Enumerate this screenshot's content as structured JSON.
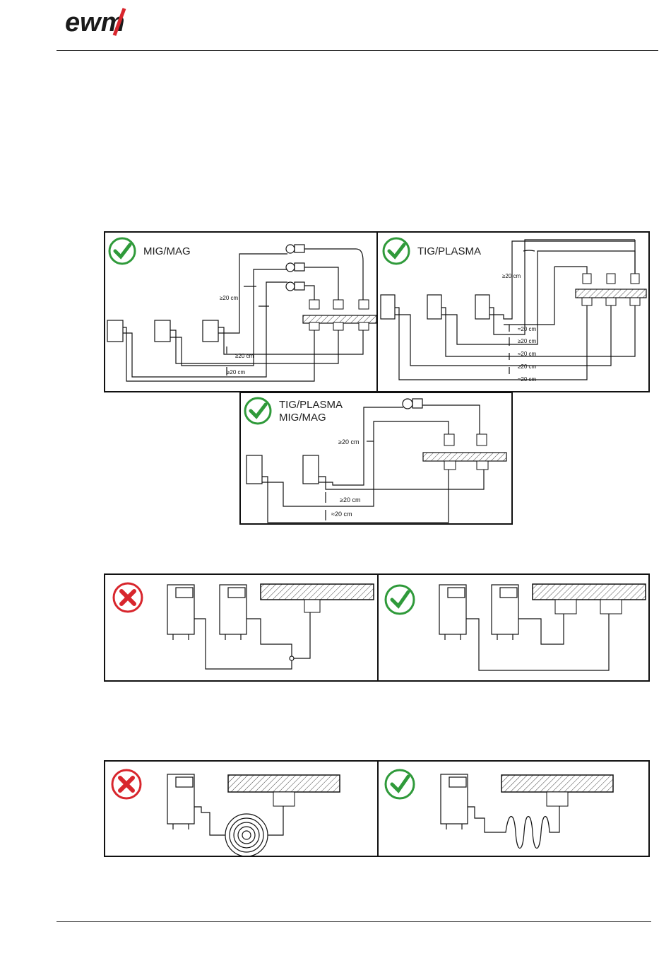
{
  "logo": {
    "text": "ewm"
  },
  "panels": {
    "mig_mag": {
      "label": "MIG/MAG",
      "status": "ok",
      "dims": [
        "≥20 cm",
        "≥20 cm",
        "≥20 cm"
      ]
    },
    "tig_plasma": {
      "label": "TIG/PLASMA",
      "status": "ok",
      "dims": [
        "≥20 cm",
        "≈20 cm",
        "≥20 cm",
        "≈20 cm",
        "≥20 cm",
        "≈20 cm"
      ]
    },
    "combo": {
      "label_line1": "TIG/PLASMA",
      "label_line2": "MIG/MAG",
      "status": "ok",
      "dims": [
        "≥20 cm",
        "≥20 cm",
        "≈20 cm"
      ]
    },
    "shared_return_wrong": {
      "status": "wrong"
    },
    "shared_return_right": {
      "status": "ok"
    },
    "coiled_wrong": {
      "status": "wrong"
    },
    "meander_right": {
      "status": "ok"
    }
  },
  "colors": {
    "ok": "#2f9a3a",
    "wrong": "#d8262d",
    "hatch": "#444"
  }
}
